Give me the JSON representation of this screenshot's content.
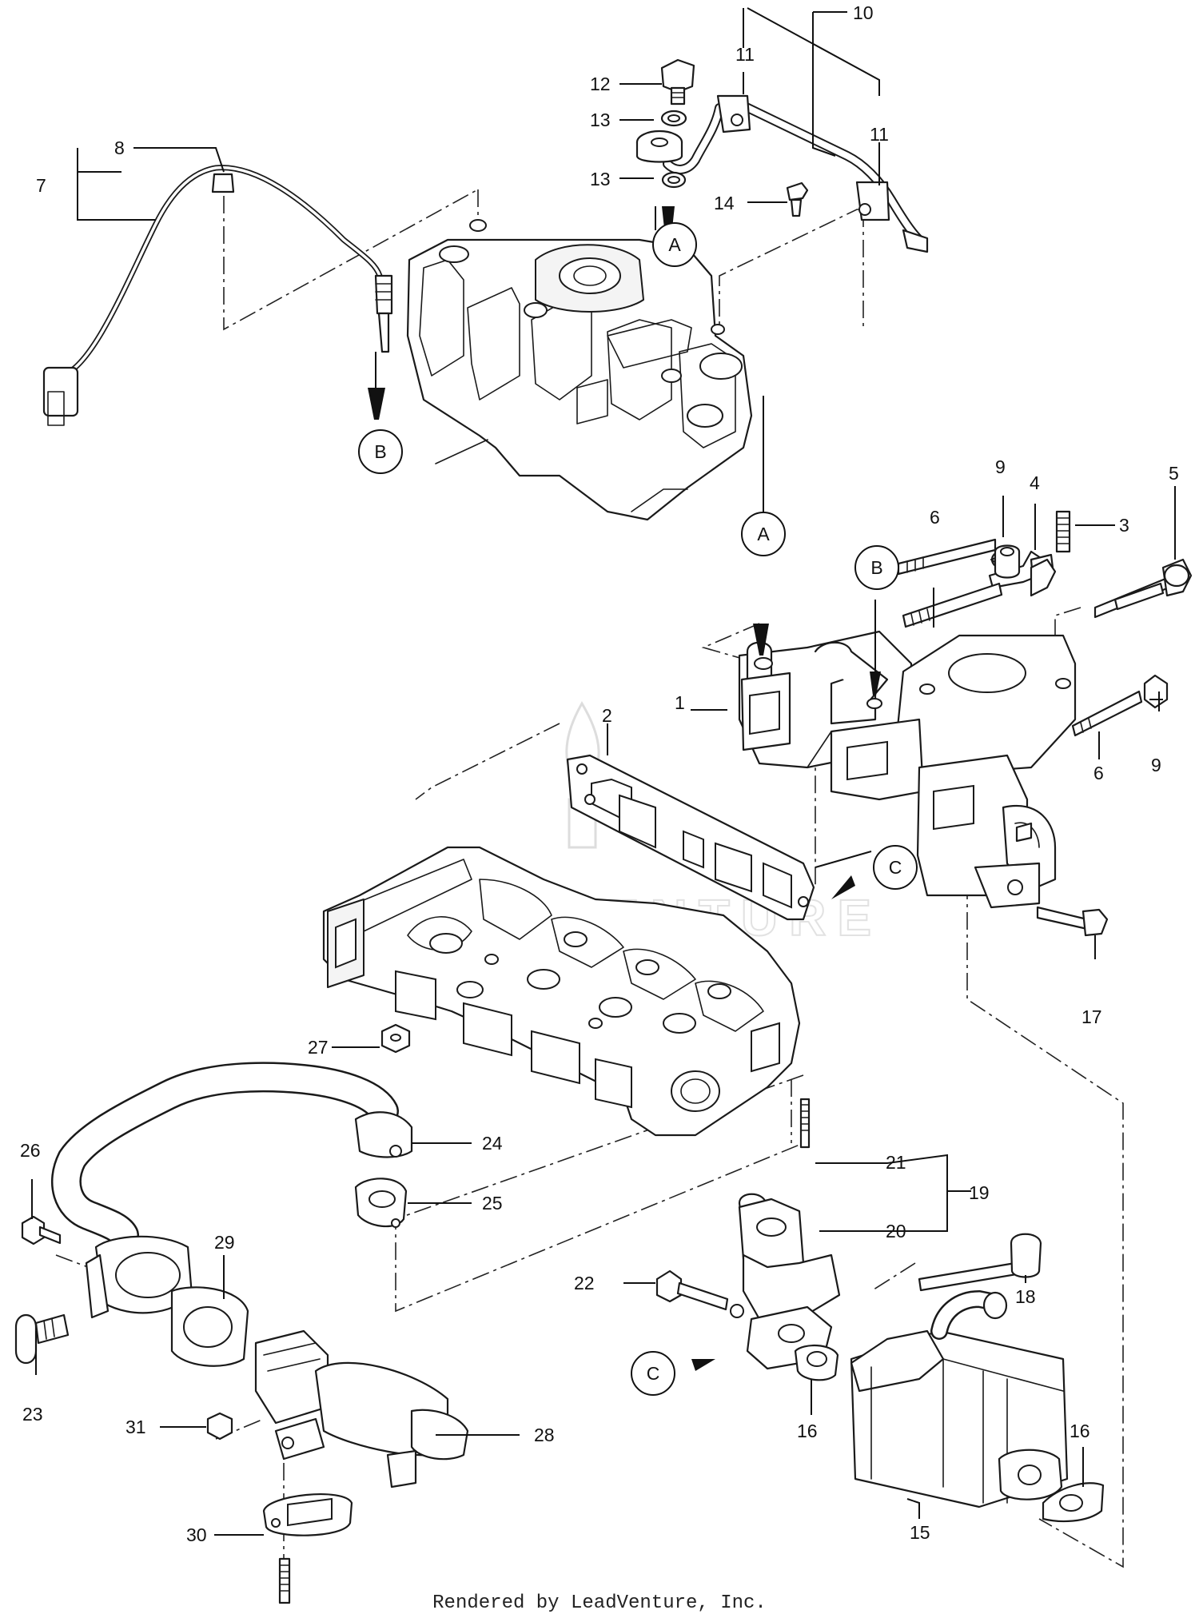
{
  "watermark": {
    "text": "LEADVENTURE"
  },
  "references": [
    {
      "id": "ref-a-top",
      "label": "A"
    },
    {
      "id": "ref-b-top",
      "label": "B"
    },
    {
      "id": "ref-a-manifold",
      "label": "A"
    },
    {
      "id": "ref-b-manifold",
      "label": "B"
    },
    {
      "id": "ref-c-gasket",
      "label": "C"
    },
    {
      "id": "ref-c-bracket",
      "label": "C"
    }
  ],
  "callouts": [
    "1",
    "2",
    "3",
    "4",
    "5",
    "6",
    "6",
    "7",
    "8",
    "9",
    "9",
    "10",
    "11",
    "11",
    "12",
    "13",
    "13",
    "14",
    "15",
    "16",
    "16",
    "17",
    "18",
    "19",
    "20",
    "21",
    "22",
    "23",
    "24",
    "25",
    "26",
    "27",
    "28",
    "29",
    "30",
    "31"
  ],
  "footer": "Rendered by LeadVenture, Inc."
}
